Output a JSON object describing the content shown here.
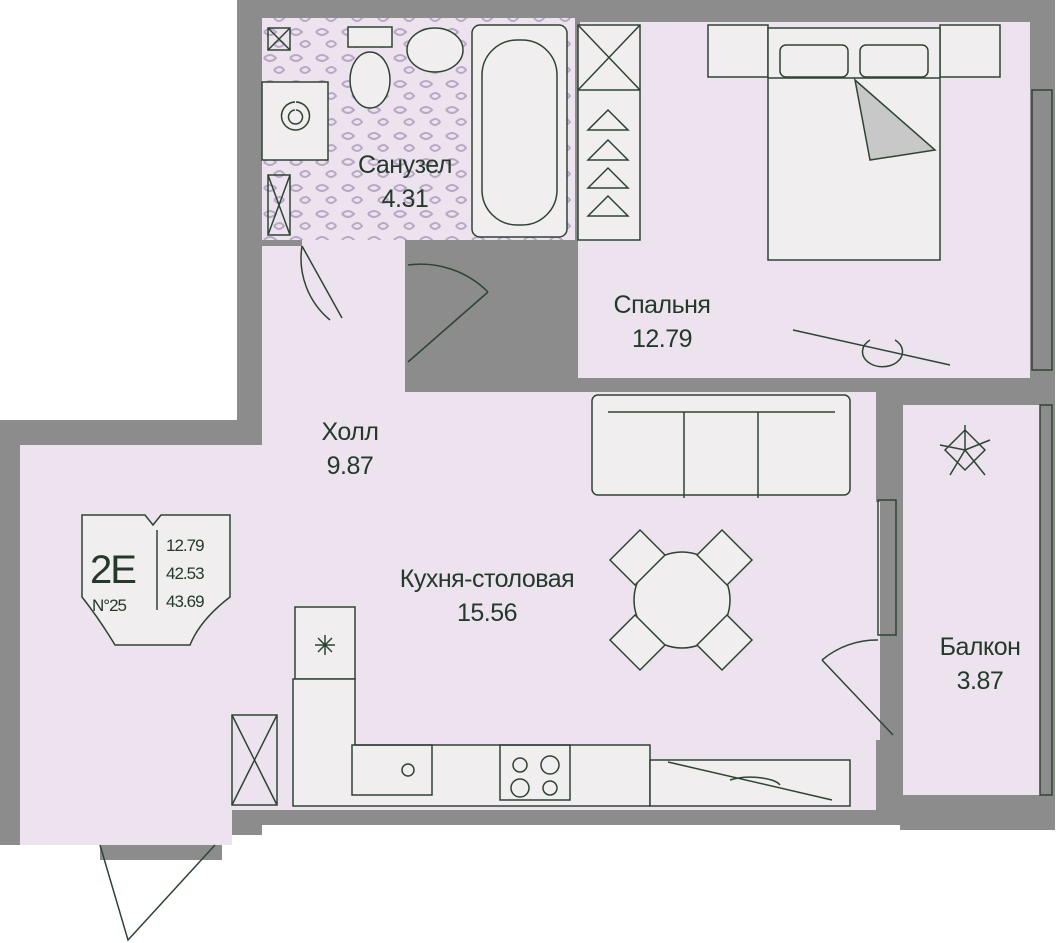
{
  "colors": {
    "wall": "#8c8c8c",
    "floor": "#ece3ef",
    "line": "#2e4433",
    "furniture": "#f0eeee"
  },
  "rooms": [
    {
      "name": "Санузел",
      "area": "4.31"
    },
    {
      "name": "Спальня",
      "area": "12.79"
    },
    {
      "name": "Холл",
      "area": "9.87"
    },
    {
      "name": "Кухня-столовая",
      "area": "15.56"
    },
    {
      "name": "Балкон",
      "area": "3.87"
    }
  ],
  "badge": {
    "type": "2E",
    "number": "N°25",
    "living_area": "12.79",
    "area": "42.53",
    "total_area": "43.69"
  }
}
